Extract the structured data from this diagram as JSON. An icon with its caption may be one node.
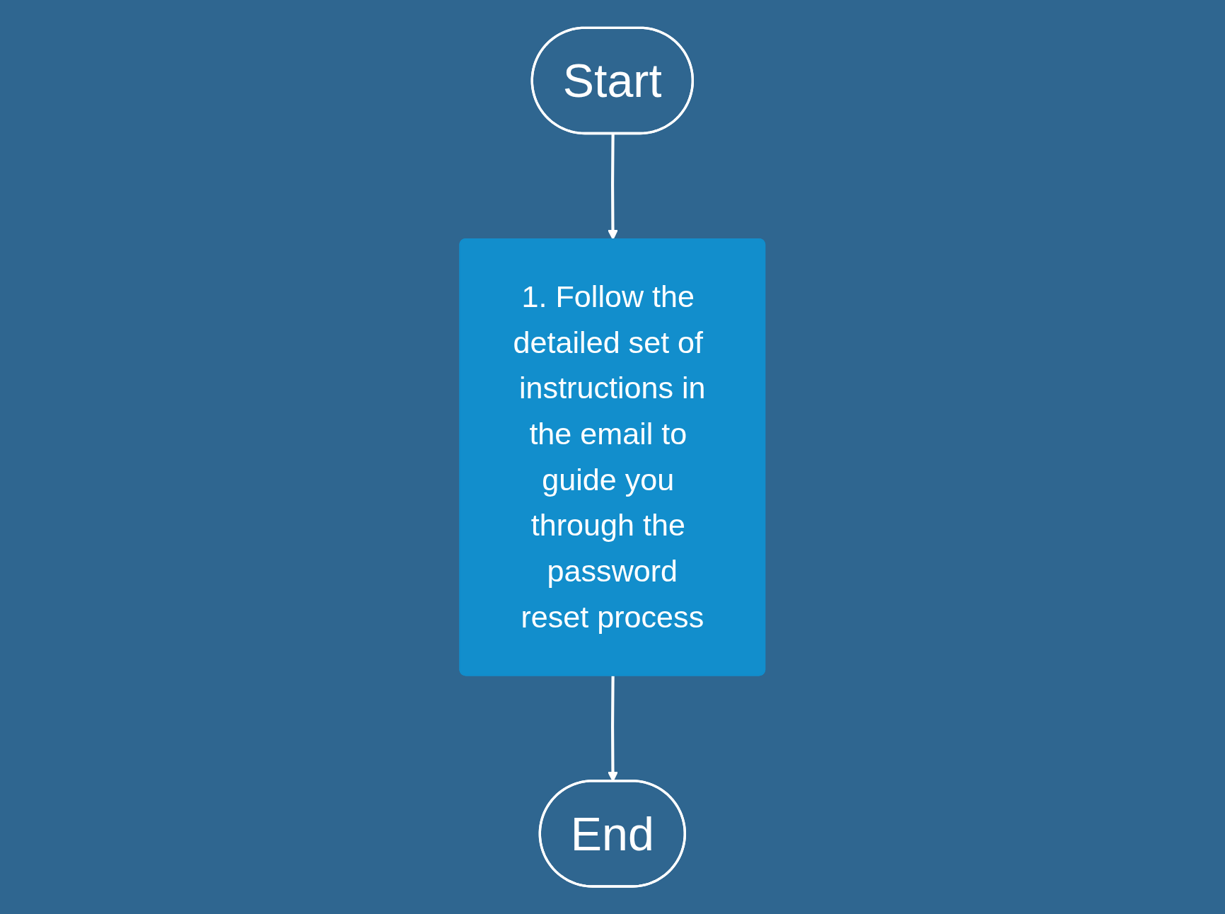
{
  "diagram": {
    "nodes": [
      {
        "text": [
          "Start"
        ]
      },
      {
        "text": [
          "1. Follow the detailed set of instructions in the email to guide you through the password reset process"
        ]
      },
      {
        "text": [
          "End"
        ]
      }
    ],
    "edges": [
      {
        "from": 0,
        "to": 1,
        "arrow": "to"
      },
      {
        "from": 1,
        "to": 2,
        "arrow": "to"
      }
    ]
  }
}
